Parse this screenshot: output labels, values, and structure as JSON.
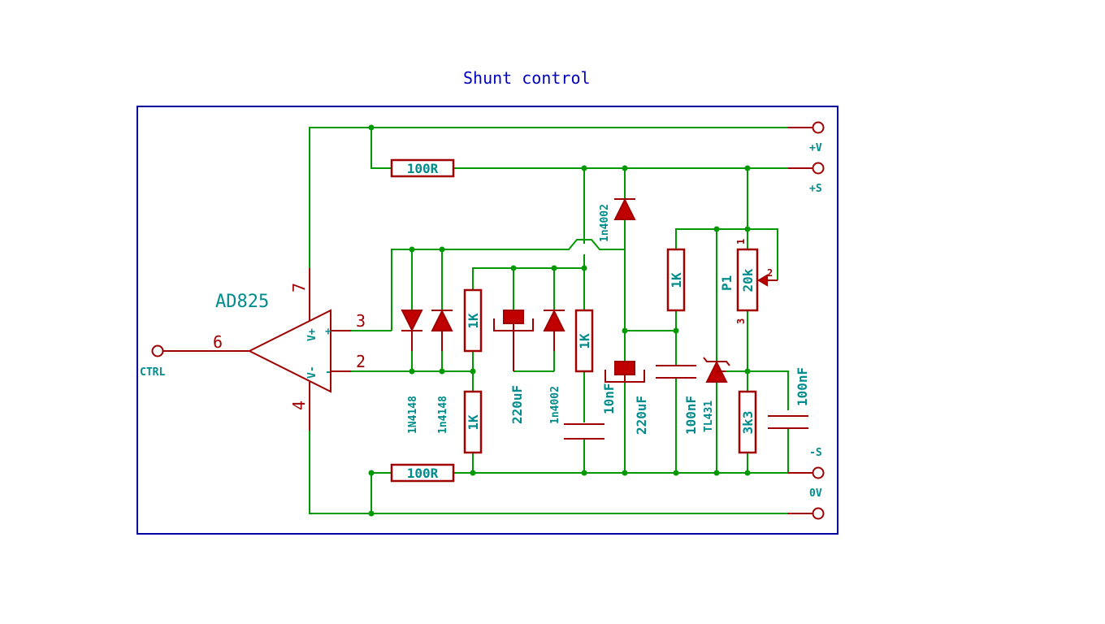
{
  "title": "Shunt control",
  "opamp": {
    "ref": "AD825",
    "pin_out": "6",
    "pin_inp": "3",
    "pin_inn": "2",
    "pin_vp": "7",
    "pin_vn": "4",
    "label_vp": "V+",
    "label_vn": "V-",
    "plus": "+",
    "minus": "-"
  },
  "ports": {
    "ctrl": "CTRL",
    "vplus": "+V",
    "splus": "+S",
    "sminus": "-S",
    "zero_v": "0V"
  },
  "components": {
    "r_top": "100R",
    "r_bottom": "100R",
    "d1": "1N4148",
    "d2": "1n4148",
    "r_1k_a": "1K",
    "r_1k_b": "1K",
    "c_220_a": "220uF",
    "d_1n4002_a": "1n4002",
    "r_1k_c": "1K",
    "c_10n": "10nF",
    "d_1n4002_b": "1n4002",
    "c_220_b": "220uF",
    "r_1k_d": "1K",
    "c_100n_a": "100nF",
    "tl431": "TL431",
    "pot_ref": "P1",
    "pot_val": "20k",
    "pot_pin1": "1",
    "pot_pin2": "2",
    "pot_pin3": "3",
    "r_3k3": "3k3",
    "c_100n_b": "100nF"
  }
}
